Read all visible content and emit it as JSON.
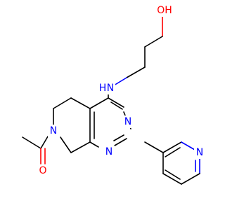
{
  "molecule": {
    "colors": {
      "bond": "#000000",
      "N": "#0000ff",
      "O": "#ff0000"
    },
    "atoms": [
      {
        "id": "O1",
        "label": "OH",
        "element": "O"
      },
      {
        "id": "N1",
        "label": "H",
        "element": "N"
      },
      {
        "id": "N1b",
        "label": "N",
        "element": "N"
      },
      {
        "id": "N2",
        "label": "N",
        "element": "N"
      },
      {
        "id": "N3",
        "label": "N",
        "element": "N"
      },
      {
        "id": "N4",
        "label": "N",
        "element": "N"
      },
      {
        "id": "N5",
        "label": "N",
        "element": "N"
      },
      {
        "id": "O2",
        "label": "O",
        "element": "O"
      }
    ]
  }
}
